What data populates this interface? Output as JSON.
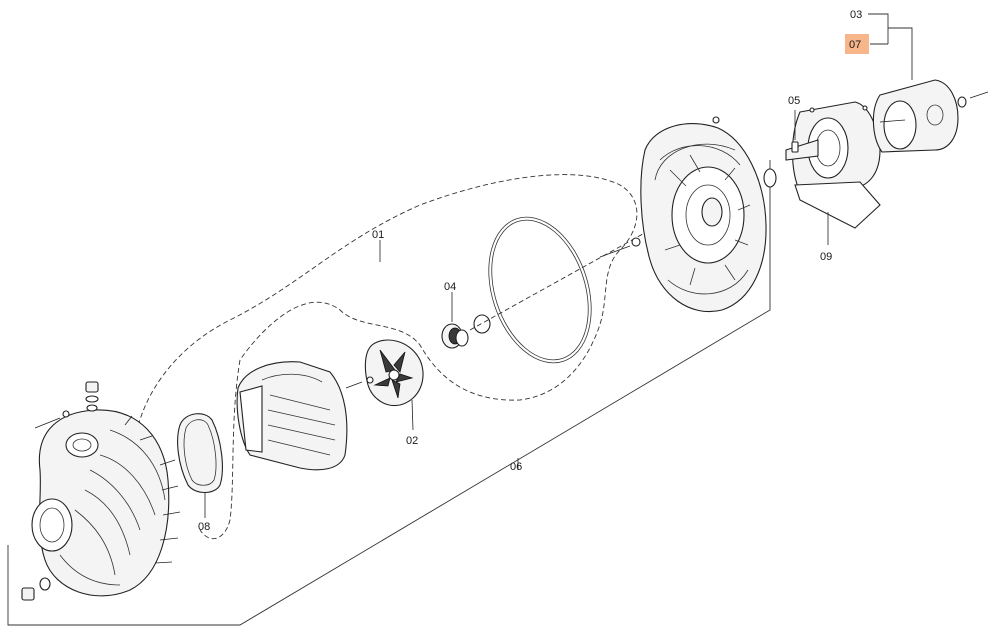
{
  "callouts": {
    "c01": "01",
    "c02": "02",
    "c03": "03",
    "c04": "04",
    "c05": "05",
    "c06": "06",
    "c07": "07",
    "c08": "08",
    "c09": "09"
  },
  "colors": {
    "highlight": "#f7b58a",
    "line": "#222222"
  },
  "highlighted_callout": "07"
}
